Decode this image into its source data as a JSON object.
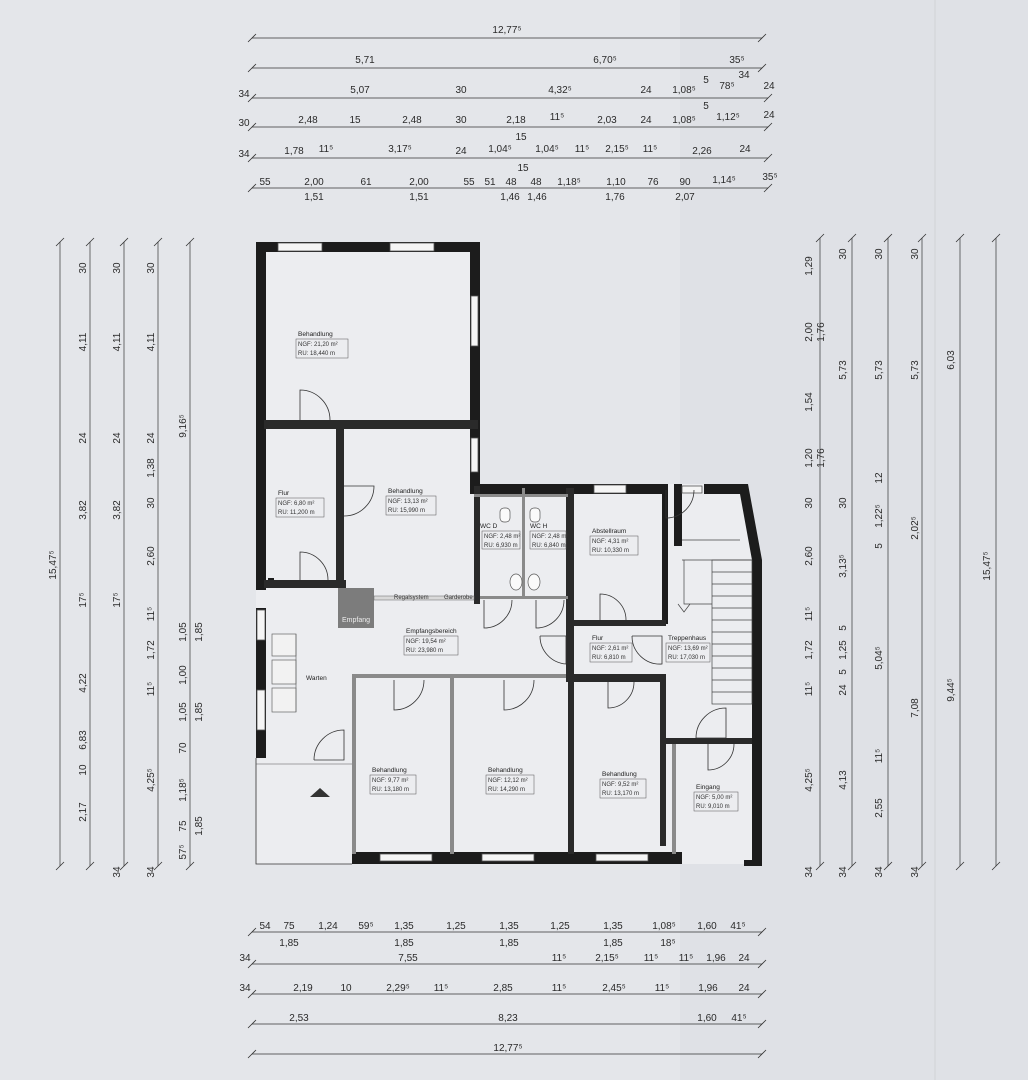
{
  "dims": {
    "top": [
      {
        "label": "12,77⁵"
      },
      {
        "label": "5,71"
      },
      {
        "label": "6,70⁵"
      },
      {
        "label": "35⁵"
      },
      {
        "label": "34"
      },
      {
        "label": "5,07"
      },
      {
        "label": "30"
      },
      {
        "label": "4,32⁵"
      },
      {
        "label": "24"
      },
      {
        "label": "1,08⁵"
      },
      {
        "label": "5"
      },
      {
        "label": "78⁵"
      },
      {
        "label": "34"
      },
      {
        "label": "24"
      },
      {
        "label": "5"
      },
      {
        "label": "30"
      },
      {
        "label": "2,48"
      },
      {
        "label": "15"
      },
      {
        "label": "2,48"
      },
      {
        "label": "30"
      },
      {
        "label": "2,18"
      },
      {
        "label": "11⁵"
      },
      {
        "label": "2,03"
      },
      {
        "label": "24"
      },
      {
        "label": "1,08⁵"
      },
      {
        "label": "1,12⁵"
      },
      {
        "label": "24"
      },
      {
        "label": "15"
      },
      {
        "label": "34"
      },
      {
        "label": "1,78"
      },
      {
        "label": "11⁵"
      },
      {
        "label": "3,17⁵"
      },
      {
        "label": "24"
      },
      {
        "label": "1,04⁵"
      },
      {
        "label": "1,04⁵"
      },
      {
        "label": "11⁵"
      },
      {
        "label": "2,15⁵"
      },
      {
        "label": "11⁵"
      },
      {
        "label": "2,26"
      },
      {
        "label": "24"
      },
      {
        "label": "15"
      },
      {
        "label": "55"
      },
      {
        "label": "2,00"
      },
      {
        "label": "61"
      },
      {
        "label": "2,00"
      },
      {
        "label": "55"
      },
      {
        "label": "51"
      },
      {
        "label": "48"
      },
      {
        "label": "48"
      },
      {
        "label": "1,18⁵"
      },
      {
        "label": "1,10"
      },
      {
        "label": "76"
      },
      {
        "label": "90"
      },
      {
        "label": "1,14⁵"
      },
      {
        "label": "35⁵"
      },
      {
        "label": "1,51"
      },
      {
        "label": "1,51"
      },
      {
        "label": "1,46"
      },
      {
        "label": "1,46"
      },
      {
        "label": "1,76"
      },
      {
        "label": "2,07"
      }
    ],
    "bottom": [
      {
        "label": "54"
      },
      {
        "label": "75"
      },
      {
        "label": "1,24"
      },
      {
        "label": "59⁵"
      },
      {
        "label": "1,35"
      },
      {
        "label": "1,25"
      },
      {
        "label": "1,35"
      },
      {
        "label": "1,25"
      },
      {
        "label": "1,35"
      },
      {
        "label": "1,08⁵"
      },
      {
        "label": "1,60"
      },
      {
        "label": "41⁵"
      },
      {
        "label": "1,85"
      },
      {
        "label": "1,85"
      },
      {
        "label": "1,85"
      },
      {
        "label": "1,85"
      },
      {
        "label": "18⁵"
      },
      {
        "label": "34"
      },
      {
        "label": "7,55"
      },
      {
        "label": "11⁵"
      },
      {
        "label": "2,15⁵"
      },
      {
        "label": "11⁵"
      },
      {
        "label": "11⁵"
      },
      {
        "label": "1,96"
      },
      {
        "label": "24"
      },
      {
        "label": "34"
      },
      {
        "label": "2,19"
      },
      {
        "label": "10"
      },
      {
        "label": "2,29⁵"
      },
      {
        "label": "11⁵"
      },
      {
        "label": "2,85"
      },
      {
        "label": "11⁵"
      },
      {
        "label": "2,45⁵"
      },
      {
        "label": "11⁵"
      },
      {
        "label": "1,96"
      },
      {
        "label": "24"
      },
      {
        "label": "2,53"
      },
      {
        "label": "8,23"
      },
      {
        "label": "1,60"
      },
      {
        "label": "41⁵"
      },
      {
        "label": "12,77⁵"
      }
    ],
    "left": [
      {
        "label": "15,47⁵"
      },
      {
        "label": "30"
      },
      {
        "label": "4,11"
      },
      {
        "label": "24"
      },
      {
        "label": "3,82"
      },
      {
        "label": "17⁵"
      },
      {
        "label": "4,22"
      },
      {
        "label": "10"
      },
      {
        "label": "2,17"
      },
      {
        "label": "34"
      },
      {
        "label": "30"
      },
      {
        "label": "4,11"
      },
      {
        "label": "24"
      },
      {
        "label": "3,82"
      },
      {
        "label": "17⁵"
      },
      {
        "label": "6,83"
      },
      {
        "label": "30"
      },
      {
        "label": "4,11"
      },
      {
        "label": "24"
      },
      {
        "label": "1,38"
      },
      {
        "label": "30"
      },
      {
        "label": "2,60"
      },
      {
        "label": "11⁵"
      },
      {
        "label": "1,72"
      },
      {
        "label": "11⁵"
      },
      {
        "label": "4,25⁵"
      },
      {
        "label": "34"
      },
      {
        "label": "9,16⁵"
      },
      {
        "label": "1,05"
      },
      {
        "label": "1,00"
      },
      {
        "label": "1,05"
      },
      {
        "label": "70"
      },
      {
        "label": "1,18⁵"
      },
      {
        "label": "75"
      },
      {
        "label": "57⁵"
      },
      {
        "label": "1,85"
      },
      {
        "label": "1,85"
      },
      {
        "label": "1,85"
      }
    ],
    "right": [
      {
        "label": "1,29"
      },
      {
        "label": "2,00"
      },
      {
        "label": "1,76"
      },
      {
        "label": "1,54"
      },
      {
        "label": "1,20"
      },
      {
        "label": "1,76"
      },
      {
        "label": "30"
      },
      {
        "label": "2,60"
      },
      {
        "label": "11⁵"
      },
      {
        "label": "1,72"
      },
      {
        "label": "11⁵"
      },
      {
        "label": "4,25⁵"
      },
      {
        "label": "34"
      },
      {
        "label": "30"
      },
      {
        "label": "5,73"
      },
      {
        "label": "30"
      },
      {
        "label": "3,13⁵"
      },
      {
        "label": "5"
      },
      {
        "label": "1,25"
      },
      {
        "label": "5"
      },
      {
        "label": "24"
      },
      {
        "label": "4,13"
      },
      {
        "label": "34"
      },
      {
        "label": "30"
      },
      {
        "label": "5,73"
      },
      {
        "label": "12"
      },
      {
        "label": "1,22⁵"
      },
      {
        "label": "5"
      },
      {
        "label": "5,04⁵"
      },
      {
        "label": "11⁵"
      },
      {
        "label": "2,55"
      },
      {
        "label": "34"
      },
      {
        "label": "30"
      },
      {
        "label": "5,73"
      },
      {
        "label": "2,02⁵"
      },
      {
        "label": "7,08"
      },
      {
        "label": "34"
      },
      {
        "label": "6,03"
      },
      {
        "label": "9,44⁵"
      },
      {
        "label": "15,47⁵"
      }
    ]
  },
  "rooms": [
    {
      "name": "Behandlung",
      "area": "NGF: 21,20 m²",
      "perimeter": "RU: 18,440 m"
    },
    {
      "name": "Flur",
      "area": "NGF: 6,80 m²",
      "perimeter": "RU: 11,200 m"
    },
    {
      "name": "Behandlung",
      "area": "NGF: 13,13 m²",
      "perimeter": "RU: 15,990 m"
    },
    {
      "name": "WC D",
      "area": "NGF: 2,48 m²",
      "perimeter": "RU: 6,930 m"
    },
    {
      "name": "WC H",
      "area": "NGF: 2,48 m²",
      "perimeter": "RU: 6,840 m"
    },
    {
      "name": "Abstellraum",
      "area": "NGF: 4,31 m²",
      "perimeter": "RU: 10,330 m"
    },
    {
      "name": "Empfangsbereich",
      "area": "NGF: 19,54 m²",
      "perimeter": "RU: 23,980 m"
    },
    {
      "name": "Warten",
      "area": "",
      "perimeter": ""
    },
    {
      "name": "Flur",
      "area": "NGF: 2,61 m²",
      "perimeter": "RU: 6,810 m"
    },
    {
      "name": "Treppenhaus",
      "area": "NGF: 13,69 m²",
      "perimeter": "RU: 17,030 m"
    },
    {
      "name": "Behandlung",
      "area": "NGF: 9,77 m²",
      "perimeter": "RU: 13,180 m"
    },
    {
      "name": "Behandlung",
      "area": "NGF: 12,12 m²",
      "perimeter": "RU: 14,290 m"
    },
    {
      "name": "Behandlung",
      "area": "NGF: 9,52 m²",
      "perimeter": "RU: 13,170 m"
    },
    {
      "name": "Eingang",
      "area": "NGF: 5,00 m²",
      "perimeter": "RU: 9,010 m"
    }
  ],
  "labels": {
    "empfang": "Empfang",
    "regalsystem": "Regalsystem",
    "garderobe": "Garderobe"
  },
  "colors": {
    "wall": "#1c1c1c",
    "paper": "#e4e6ea",
    "partition": "#8a8a8a",
    "empfang": "#7c7c7c"
  }
}
